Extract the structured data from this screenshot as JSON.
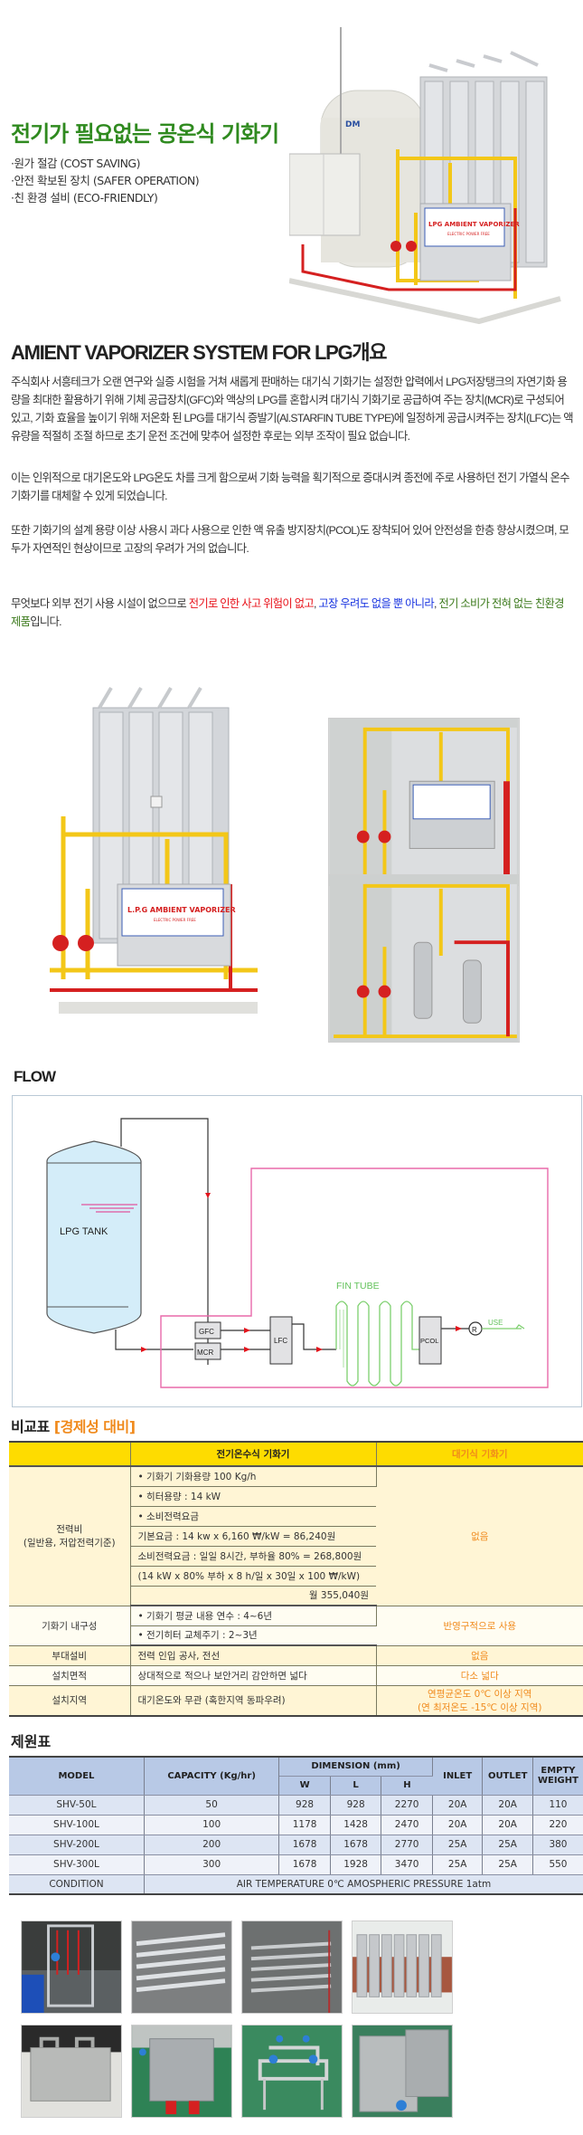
{
  "hero": {
    "title": "전기가 필요없는 공온식 기화기",
    "features": [
      "·원가 절감 (COST SAVING)",
      "·안전 확보된 장치 (SAFER OPERATION)",
      "·친 환경 설비 (ECO-FRIENDLY)"
    ],
    "photo_label": "LPG AMBIENT VAPORIZER",
    "photo_sublabel": "ELECTRIC POWER FREE"
  },
  "overview": {
    "title": "AMIENT VAPORIZER SYSTEM FOR LPG개요",
    "paragraph1": "주식회사 서흥테크가 오랜 연구와 실증 시험을 거쳐 새롭게 판매하는 대기식 기화기는 설정한 압력에서 LPG저장탱크의 자연기화 용량을 최대한 활용하기 위해 기체 공급장치(GFC)와 액상의 LPG를 혼합시켜 대기식 기화기로 공급하여 주는 장치(MCR)로 구성되어 있고, 기화 효율을 높이기 위해 저온화 된 LPG를 대기식 증발기(Al.STARFIN TUBE TYPE)에 일정하게 공급시켜주는 장치(LFC)는 액유량을 적절히 조절 하므로 초기 운전 조건에 맞추어 설정한 후로는 외부 조작이 필요 없습니다.",
    "paragraph2": "이는 인위적으로 대기온도와 LPG온도 차를 크게 함으로써 기화 능력을 획기적으로 증대시켜 종전에 주로 사용하던 전기 가열식 온수 기화기를 대체할 수 있게 되었습니다.",
    "paragraph3": "또한 기화기의 설계 용량 이상 사용시 과다 사용으로 인한 액 유출 방지장치(PCOL)도 장착되어 있어 안전성을 한층 향상시켰으며, 모두가 자연적인 현상이므로 고장의 우려가 거의 없습니다.",
    "paragraph4": {
      "part1": "무엇보다 외부 전기 사용 시설이 없으므로 ",
      "red": "전기로 인한 사고 위험이 없고",
      "sep1": ", ",
      "blue": "고장 우려도 없을 뿐 아니라",
      "sep2": ", ",
      "green": "전기 소비가 전혀 없는 친환경 제품",
      "part2": "입니다."
    }
  },
  "photos": {
    "main_label": "L.P.G AMBIENT VAPORIZER",
    "main_sublabel": "ELECTRIC POWER FREE"
  },
  "flow": {
    "title": "FLOW",
    "tank_label": "LPG TANK",
    "fin_tube_label": "FIN TUBE",
    "gfc": "GFC",
    "mcr": "MCR",
    "lfc": "LFC",
    "pcol": "PCOL",
    "regulator": "R",
    "use_label": "USE"
  },
  "comparison": {
    "title": "비교표",
    "title_accent": "[경제성 대비]",
    "headers": [
      "",
      "전기온수식 기화기",
      "대기식 기화기"
    ],
    "power_label_line1": "전력비",
    "power_label_line2": "(일반용, 저압전력기준)",
    "power_items": [
      "• 기화기 기화용량 100 Kg/h",
      "• 히터용량 : 14 kW",
      "• 소비전력요금",
      "기본요금 : 14 kw x 6,160 ₩/kW = 86,240원",
      "소비전력요금 : 일일 8시간, 부하율 80% = 268,800원",
      "(14 kW x 80% 부하 x 8 h/일 x 30일 x 100 ₩/kW)",
      "월 355,040원"
    ],
    "power_ambient": "없음",
    "durability_label": "기화기 내구성",
    "durability_items": [
      "• 기화기 평균 내용 연수 : 4~6년",
      "• 전기히터 교체주기 : 2~3년"
    ],
    "durability_ambient": "반영구적으로 사용",
    "rows": [
      {
        "label": "부대설비",
        "electric": "전력 인입 공사, 전선",
        "ambient": "없음"
      },
      {
        "label": "설치면적",
        "electric": "상대적으로 적으나 보안거리 감안하면 넓다",
        "ambient": "다소 넓다"
      }
    ],
    "region_label": "설치지역",
    "region_electric": "대기온도와 무관 (혹한지역 동파우려)",
    "region_ambient_line1": "연평균온도 0℃ 이상 지역",
    "region_ambient_line2": "(연 최저온도 -15℃ 이상 지역)"
  },
  "spec": {
    "title": "제원표",
    "headers": {
      "model": "MODEL",
      "capacity": "CAPACITY (Kg/hr)",
      "dimension": "DIMENSION (mm)",
      "w": "W",
      "l": "L",
      "h": "H",
      "inlet": "INLET",
      "outlet": "OUTLET",
      "weight_line1": "EMPTY",
      "weight_line2": "WEIGHT"
    },
    "rows": [
      {
        "model": "SHV-50L",
        "capacity": "50",
        "w": "928",
        "l": "928",
        "h": "2270",
        "inlet": "20A",
        "outlet": "20A",
        "weight": "110"
      },
      {
        "model": "SHV-100L",
        "capacity": "100",
        "w": "1178",
        "l": "1428",
        "h": "2470",
        "inlet": "20A",
        "outlet": "20A",
        "weight": "220"
      },
      {
        "model": "SHV-200L",
        "capacity": "200",
        "w": "1678",
        "l": "1678",
        "h": "2770",
        "inlet": "25A",
        "outlet": "25A",
        "weight": "380"
      },
      {
        "model": "SHV-300L",
        "capacity": "300",
        "w": "1678",
        "l": "1928",
        "h": "3470",
        "inlet": "25A",
        "outlet": "25A",
        "weight": "550"
      }
    ],
    "condition_label": "CONDITION",
    "condition_value": "AIR TEMPERATURE 0℃ AMOSPHERIC PRESSURE 1atm"
  },
  "colors": {
    "title_green": "#2f8a1f",
    "accent_orange": "#f08a1c",
    "warning_red": "#e8121a",
    "info_blue": "#1a35e0",
    "eco_green": "#3c7a1c",
    "table_yellow": "#fedc00",
    "spec_blue": "#b8c9e6"
  }
}
